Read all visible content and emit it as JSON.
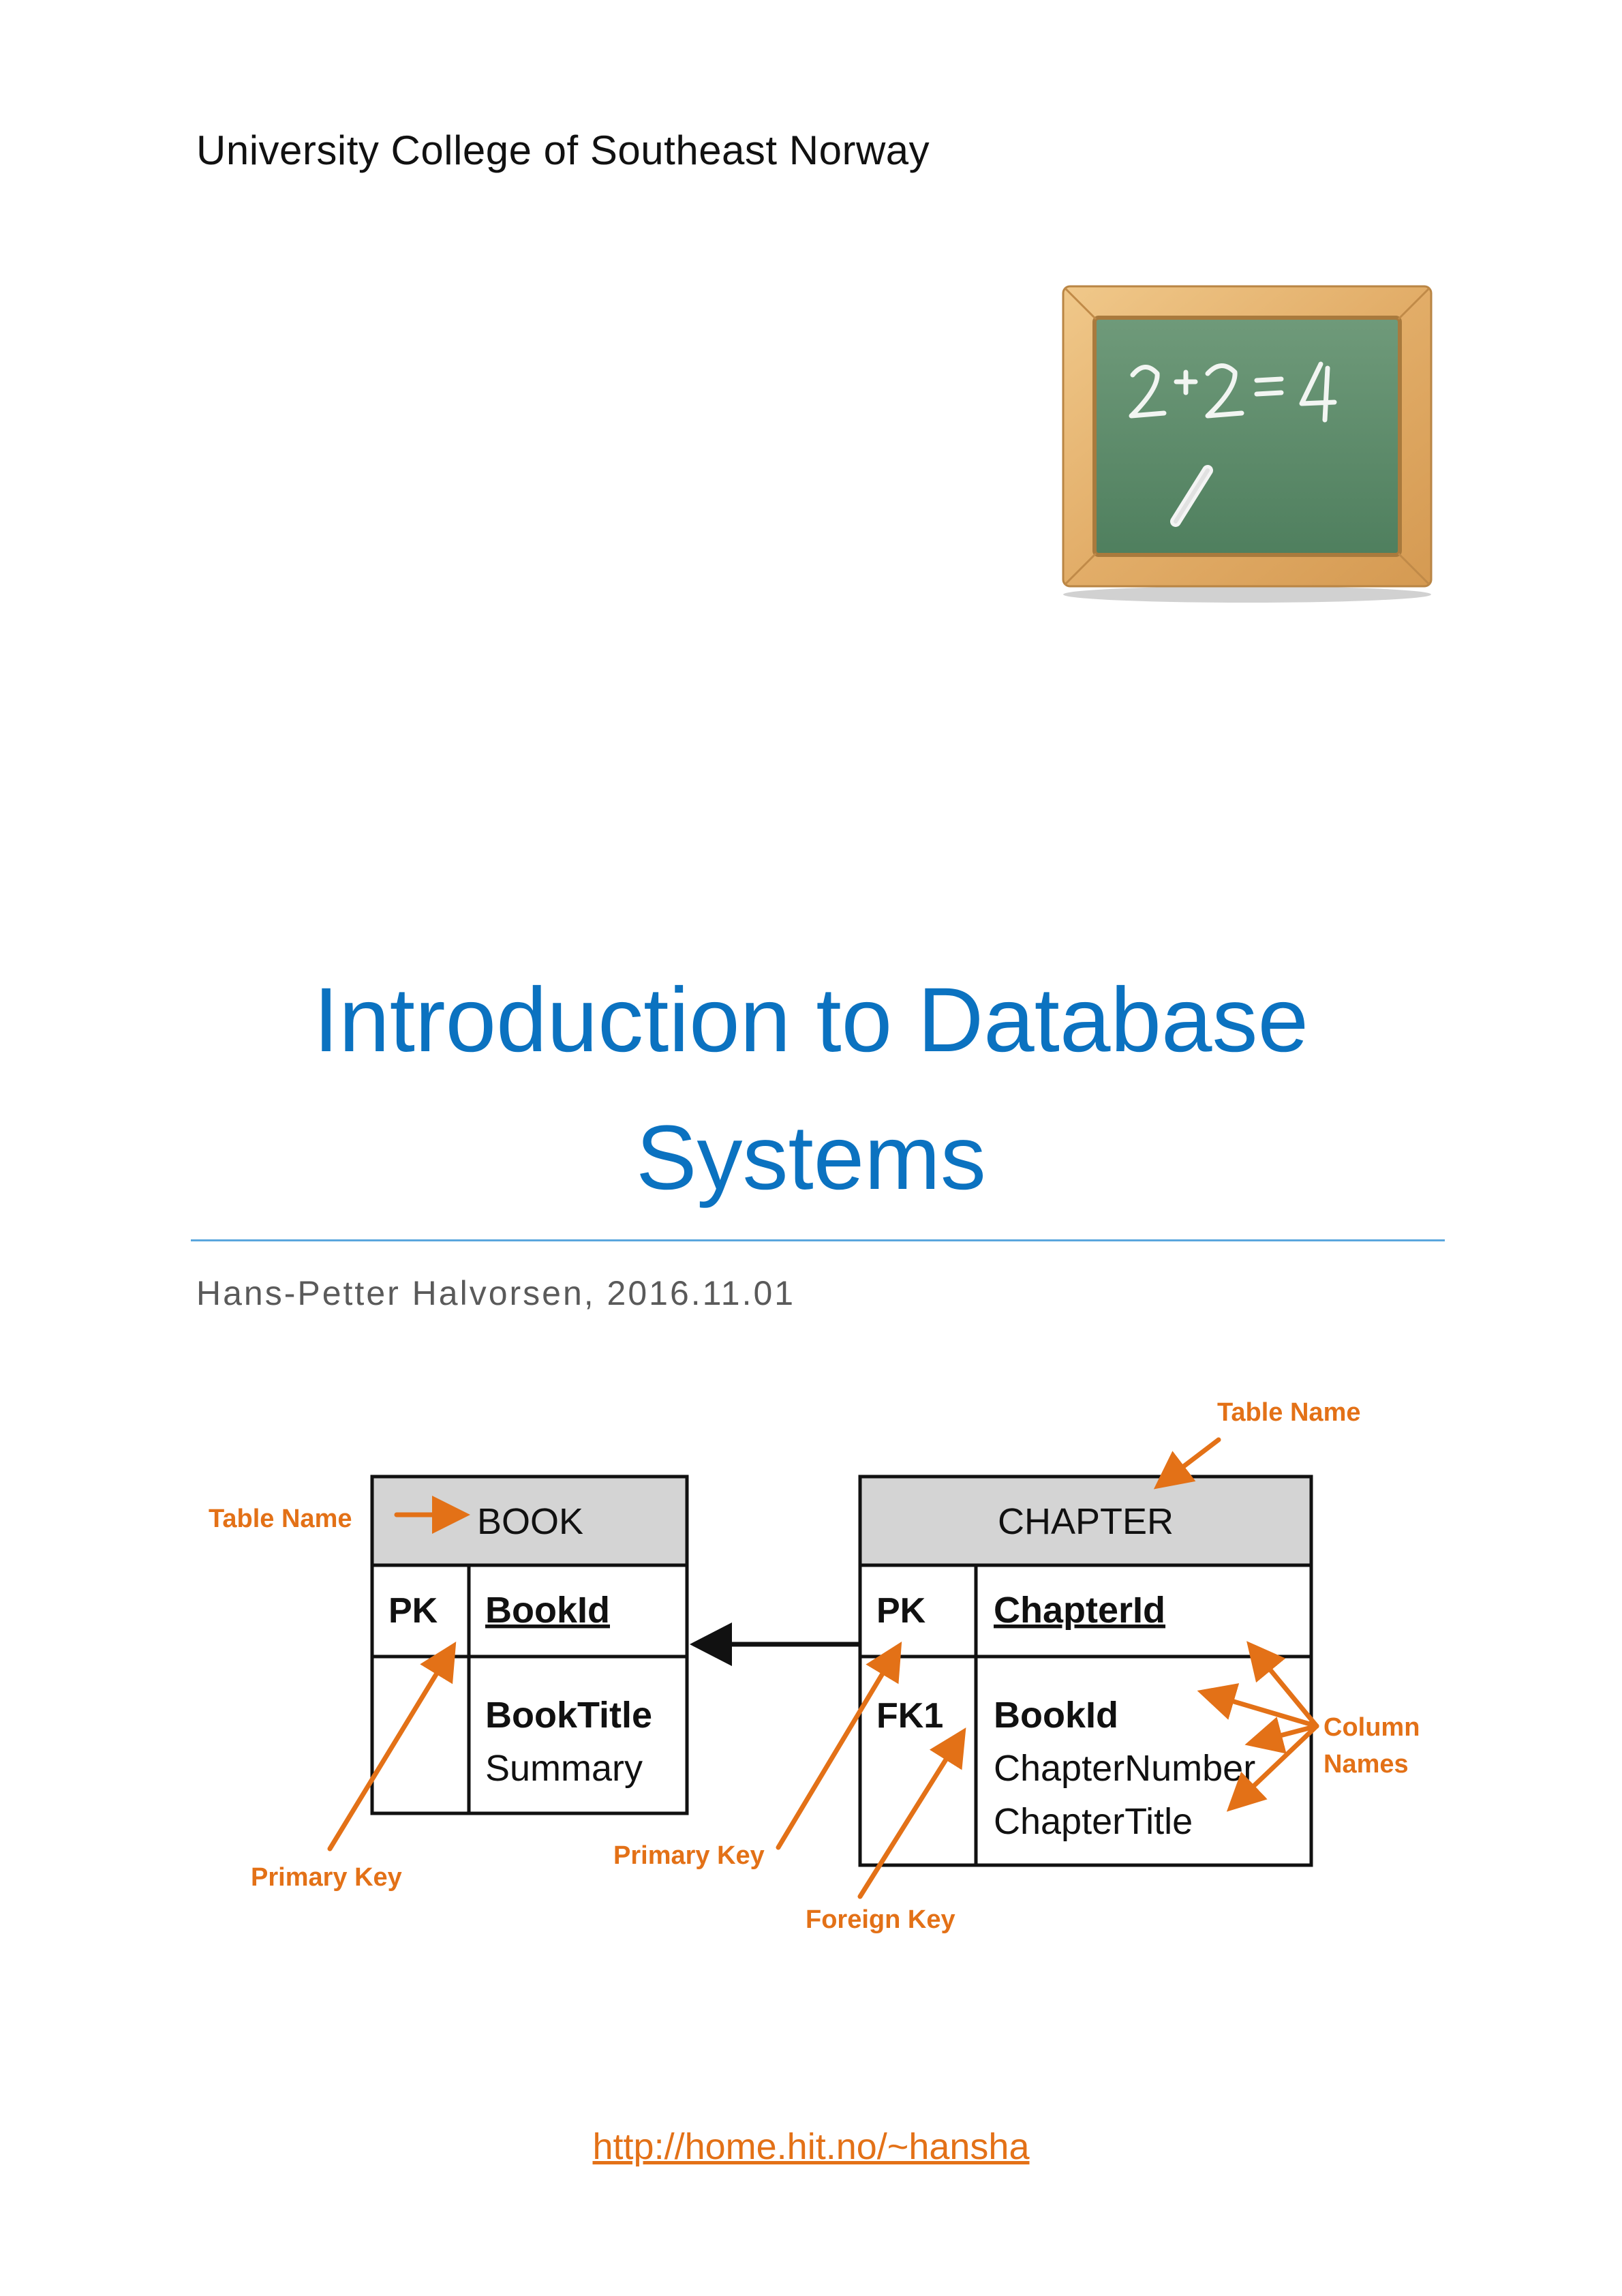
{
  "header": {
    "institution": "University College of Southeast Norway"
  },
  "title": {
    "line1": "Introduction to Database",
    "line2": "Systems"
  },
  "byline": "Hans-Petter Halvorsen, 2016.11.01",
  "chalkboard": {
    "icon": "chalkboard-icon",
    "text": "2+2=4"
  },
  "diagram": {
    "book": {
      "name": "BOOK",
      "pk_label": "PK",
      "pk_column": "BookId",
      "columns": [
        "BookTitle",
        "Summary"
      ]
    },
    "chapter": {
      "name": "CHAPTER",
      "pk_label": "PK",
      "pk_column": "ChapterId",
      "fk_label": "FK1",
      "columns": [
        "BookId",
        "ChapterNumber",
        "ChapterTitle"
      ]
    },
    "annotations": {
      "table_name_left": "Table Name",
      "table_name_right": "Table Name",
      "primary_key_left": "Primary Key",
      "primary_key_right": "Primary Key",
      "foreign_key": "Foreign Key",
      "column_names_1": "Column",
      "column_names_2": "Names"
    },
    "colors": {
      "annotation": "#e37117",
      "header_fill": "#d4d4d4",
      "title_blue": "#0b72c0"
    }
  },
  "footer": {
    "link": "http://home.hit.no/~hansha"
  }
}
